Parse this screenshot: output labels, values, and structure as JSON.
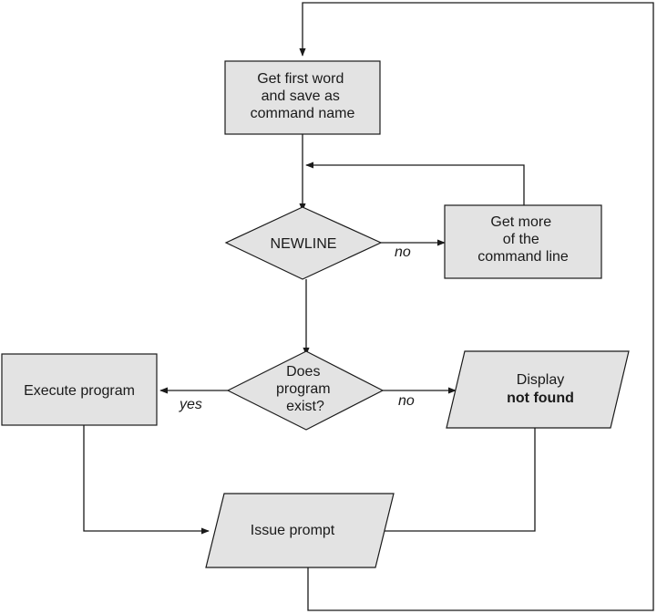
{
  "colors": {
    "node_fill": "#e3e3e3",
    "stroke": "#1a1a1a",
    "background": "#ffffff"
  },
  "nodes": {
    "get_first_word": {
      "lines": [
        "Get first word",
        "and save as",
        "command name"
      ]
    },
    "newline": {
      "lines": [
        "NEWLINE"
      ]
    },
    "get_more": {
      "lines": [
        "Get more",
        "of the",
        "command line"
      ]
    },
    "program_exists": {
      "lines": [
        "Does",
        "program",
        "exist?"
      ]
    },
    "execute": {
      "lines": [
        "Execute program"
      ]
    },
    "display": {
      "line1": "Display",
      "line2": "not found"
    },
    "issue_prompt": {
      "lines": [
        "Issue prompt"
      ]
    }
  },
  "edge_labels": {
    "newline_no": "no",
    "exist_yes": "yes",
    "exist_no": "no"
  }
}
